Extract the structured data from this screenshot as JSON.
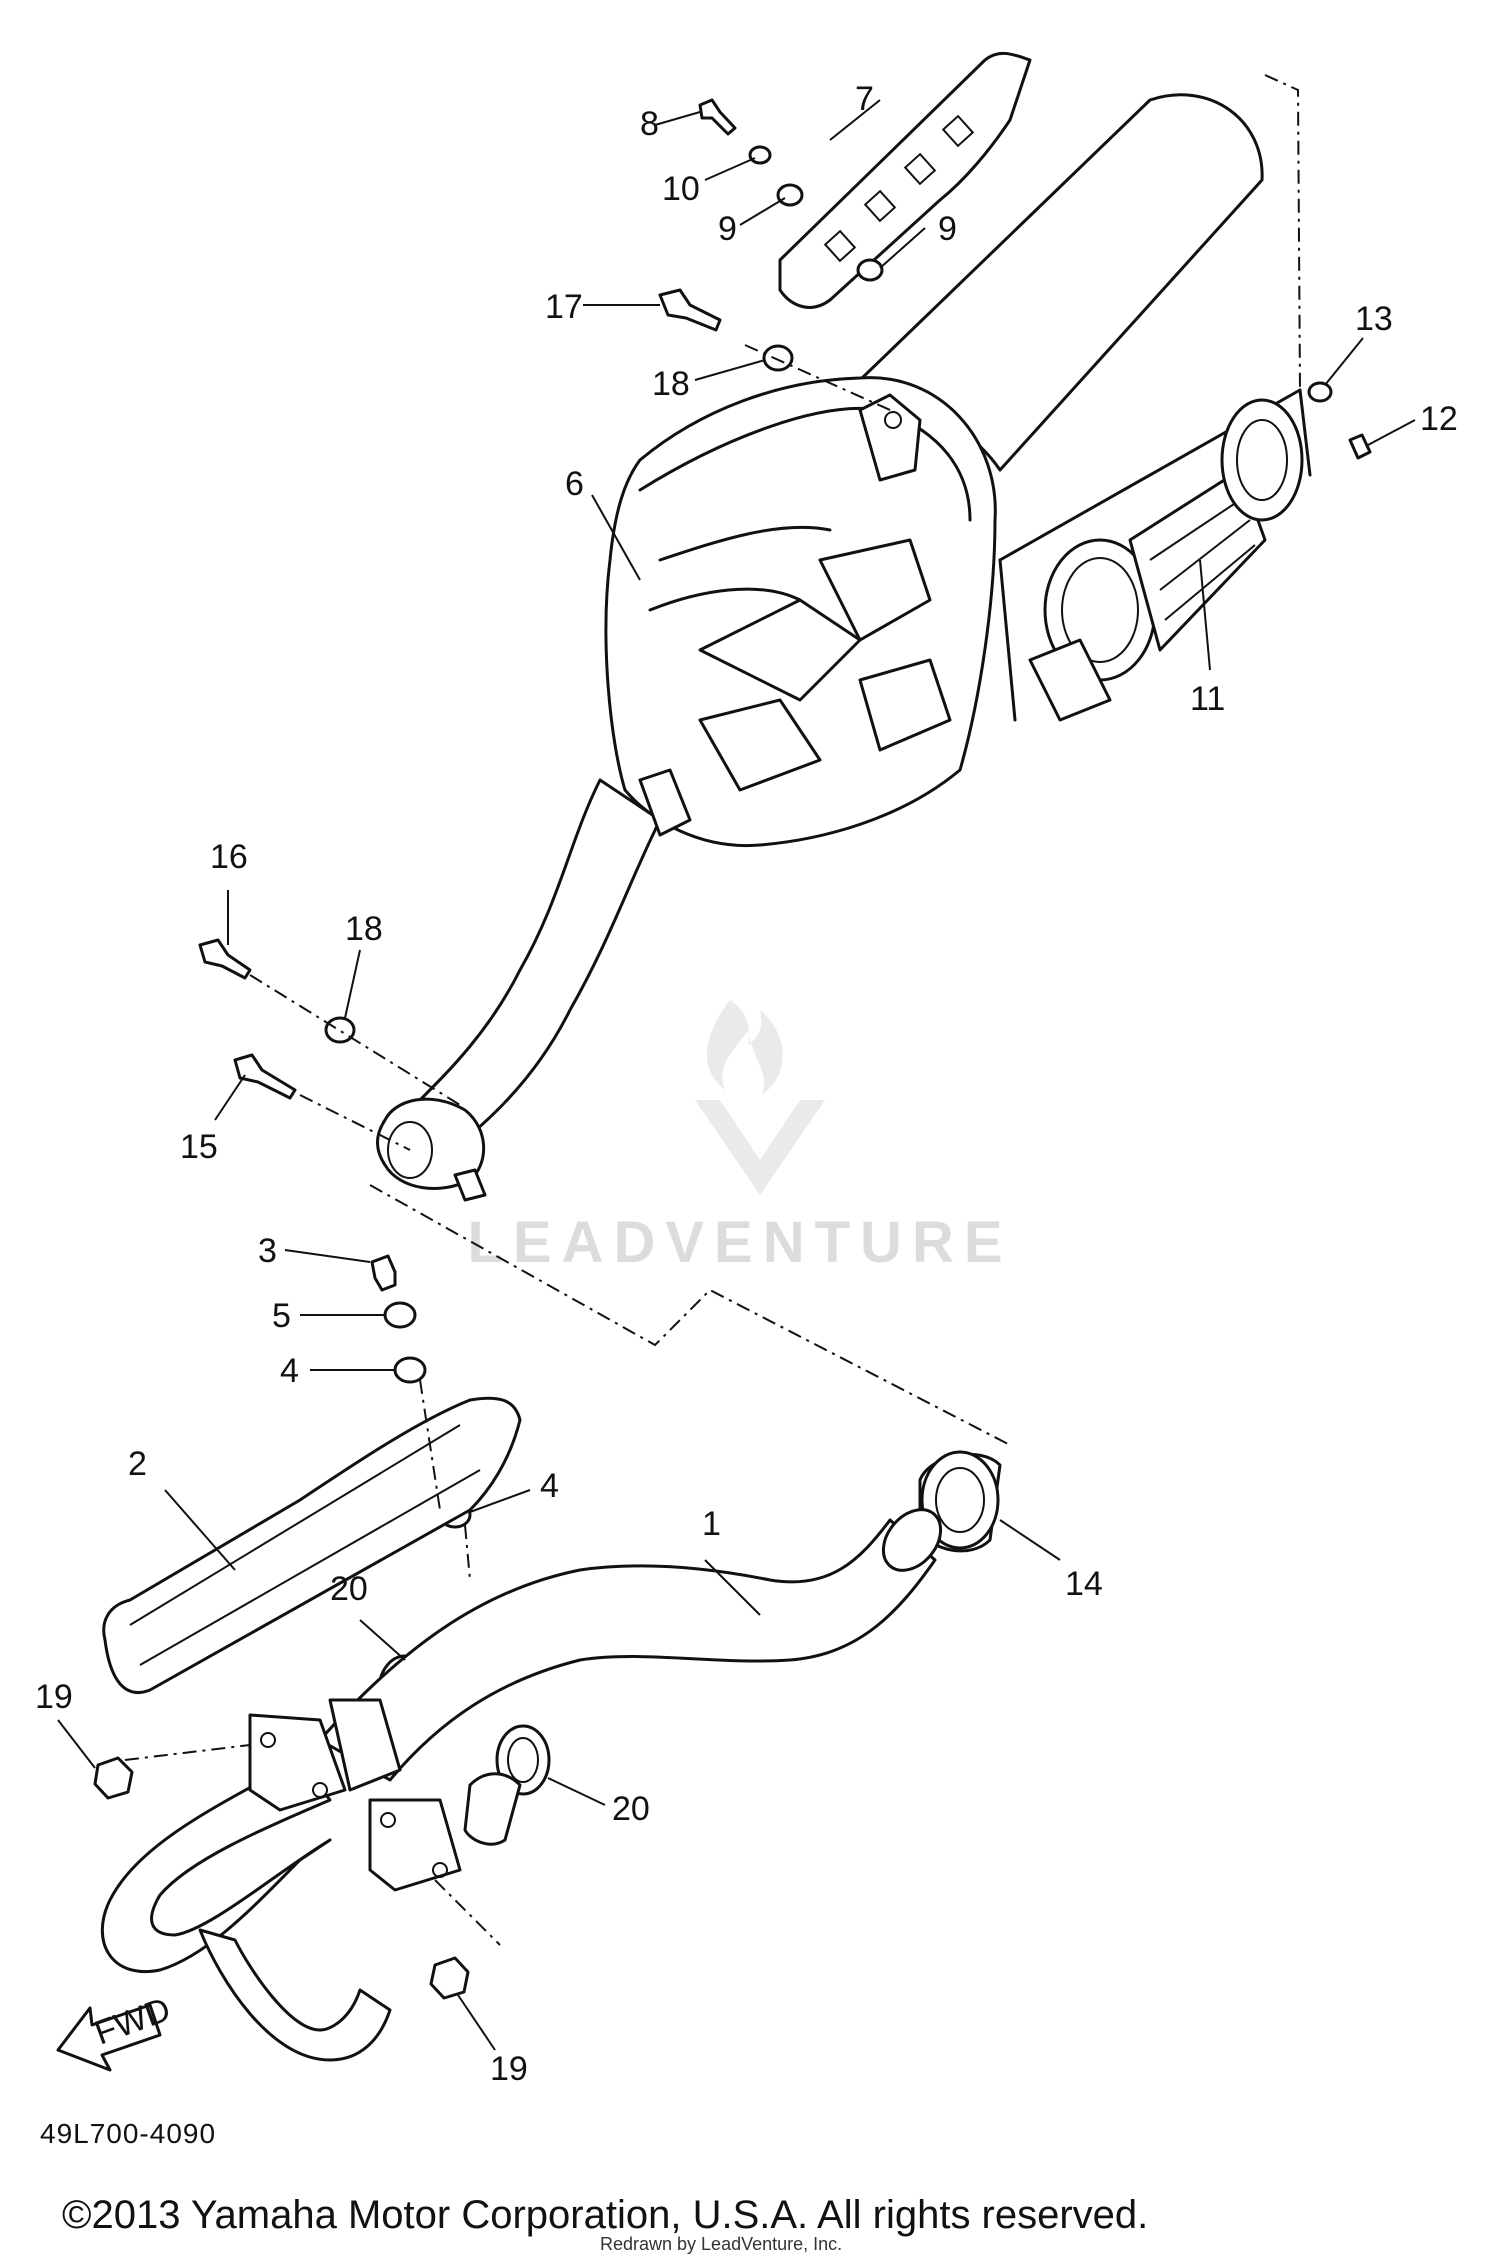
{
  "diagram": {
    "code": "49L700-4090",
    "copyright": "©2013 Yamaha Motor Corporation, U.S.A. All rights reserved.",
    "redrawn_credit": "Redrawn by LeadVenture, Inc.",
    "watermark": "LEADVENTURE",
    "forward_arrow_label": "FWD",
    "callouts": [
      {
        "id": "c1",
        "label": "1"
      },
      {
        "id": "c2",
        "label": "2"
      },
      {
        "id": "c3",
        "label": "3"
      },
      {
        "id": "c4a",
        "label": "4"
      },
      {
        "id": "c4b",
        "label": "4"
      },
      {
        "id": "c5",
        "label": "5"
      },
      {
        "id": "c6",
        "label": "6"
      },
      {
        "id": "c7",
        "label": "7"
      },
      {
        "id": "c8",
        "label": "8"
      },
      {
        "id": "c9a",
        "label": "9"
      },
      {
        "id": "c9b",
        "label": "9"
      },
      {
        "id": "c10",
        "label": "10"
      },
      {
        "id": "c11",
        "label": "11"
      },
      {
        "id": "c12",
        "label": "12"
      },
      {
        "id": "c13",
        "label": "13"
      },
      {
        "id": "c14",
        "label": "14"
      },
      {
        "id": "c15",
        "label": "15"
      },
      {
        "id": "c16",
        "label": "16"
      },
      {
        "id": "c17",
        "label": "17"
      },
      {
        "id": "c18a",
        "label": "18"
      },
      {
        "id": "c18b",
        "label": "18"
      },
      {
        "id": "c19a",
        "label": "19"
      },
      {
        "id": "c19b",
        "label": "19"
      },
      {
        "id": "c20a",
        "label": "20"
      },
      {
        "id": "c20b",
        "label": "20"
      }
    ]
  }
}
